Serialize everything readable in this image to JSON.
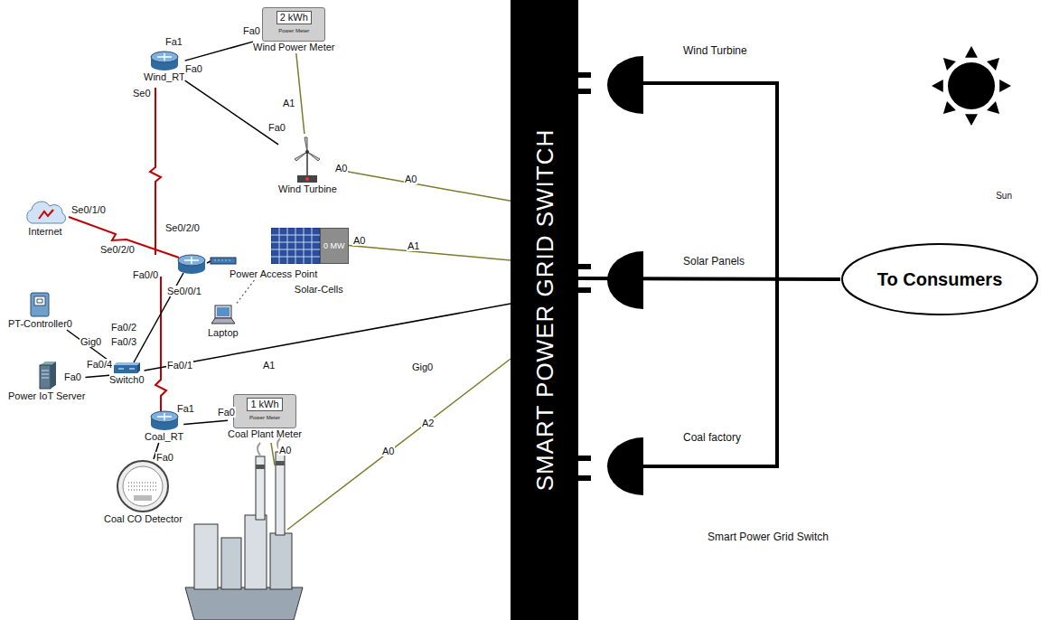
{
  "diagram": {
    "nodes": [
      {
        "text": [
          "Wind_RT"
        ]
      },
      {
        "text": [
          "2 kWh",
          "Power Meter",
          "Wind Power Meter"
        ]
      },
      {
        "text": [
          "Wind Turbine"
        ]
      },
      {
        "text": [
          "Internet"
        ]
      },
      {
        "text": [
          "Power Access Point"
        ]
      },
      {
        "text": [
          "0 MW",
          "Solar-Cells"
        ]
      },
      {
        "text": [
          "Laptop"
        ]
      },
      {
        "text": [
          "PT-Controller0"
        ]
      },
      {
        "text": [
          "Power IoT Server"
        ]
      },
      {
        "text": [
          "Switch0"
        ]
      },
      {
        "text": [
          "Coal_RT"
        ]
      },
      {
        "text": [
          "1 kWh",
          "Power Meter",
          "Coal Plant Meter"
        ]
      },
      {
        "text": [
          "Coal CO Detector"
        ]
      },
      {
        "text": [
          "SMART POWER GRID SWITCH"
        ]
      },
      {
        "text": [
          "To Consumers"
        ]
      },
      {
        "text": [
          "Sun"
        ]
      }
    ],
    "edges": [
      {
        "from": 0,
        "to": 1,
        "arrow": "none"
      },
      {
        "from": 0,
        "to": 2,
        "arrow": "none"
      },
      {
        "from": 1,
        "to": 2,
        "arrow": "none"
      },
      {
        "from": 2,
        "to": 13,
        "arrow": "none"
      },
      {
        "from": 5,
        "to": 13,
        "arrow": "none"
      },
      {
        "from": 4,
        "to": 6,
        "arrow": "none"
      },
      {
        "from": 7,
        "to": 9,
        "arrow": "none"
      },
      {
        "from": 8,
        "to": 9,
        "arrow": "none"
      },
      {
        "from": 9,
        "to": 13,
        "arrow": "none"
      },
      {
        "from": 10,
        "to": 11,
        "arrow": "none"
      },
      {
        "from": 10,
        "to": 12,
        "arrow": "none"
      },
      {
        "from": 13,
        "to": 14,
        "arrow": "none"
      }
    ],
    "labels": [
      "Fa1",
      "Fa0",
      "Fa0",
      "Se0",
      "A1",
      "Fa0",
      "A0",
      "A0",
      "Se0/1/0",
      "Se0/2/0",
      "Se0/2/0",
      "Fa0/0",
      "Se0/0/1",
      "A0",
      "A1",
      "Fa0/2",
      "Gig0",
      "Fa0/3",
      "Fa0",
      "Fa0/4",
      "Fa0/1",
      "A1",
      "Gig0",
      "Fa1",
      "Fa0",
      "A0",
      "Fa0",
      "A0",
      "A2",
      "Wind Turbine",
      "Solar Panels",
      "Coal factory",
      "Smart Power Grid Switch"
    ]
  }
}
